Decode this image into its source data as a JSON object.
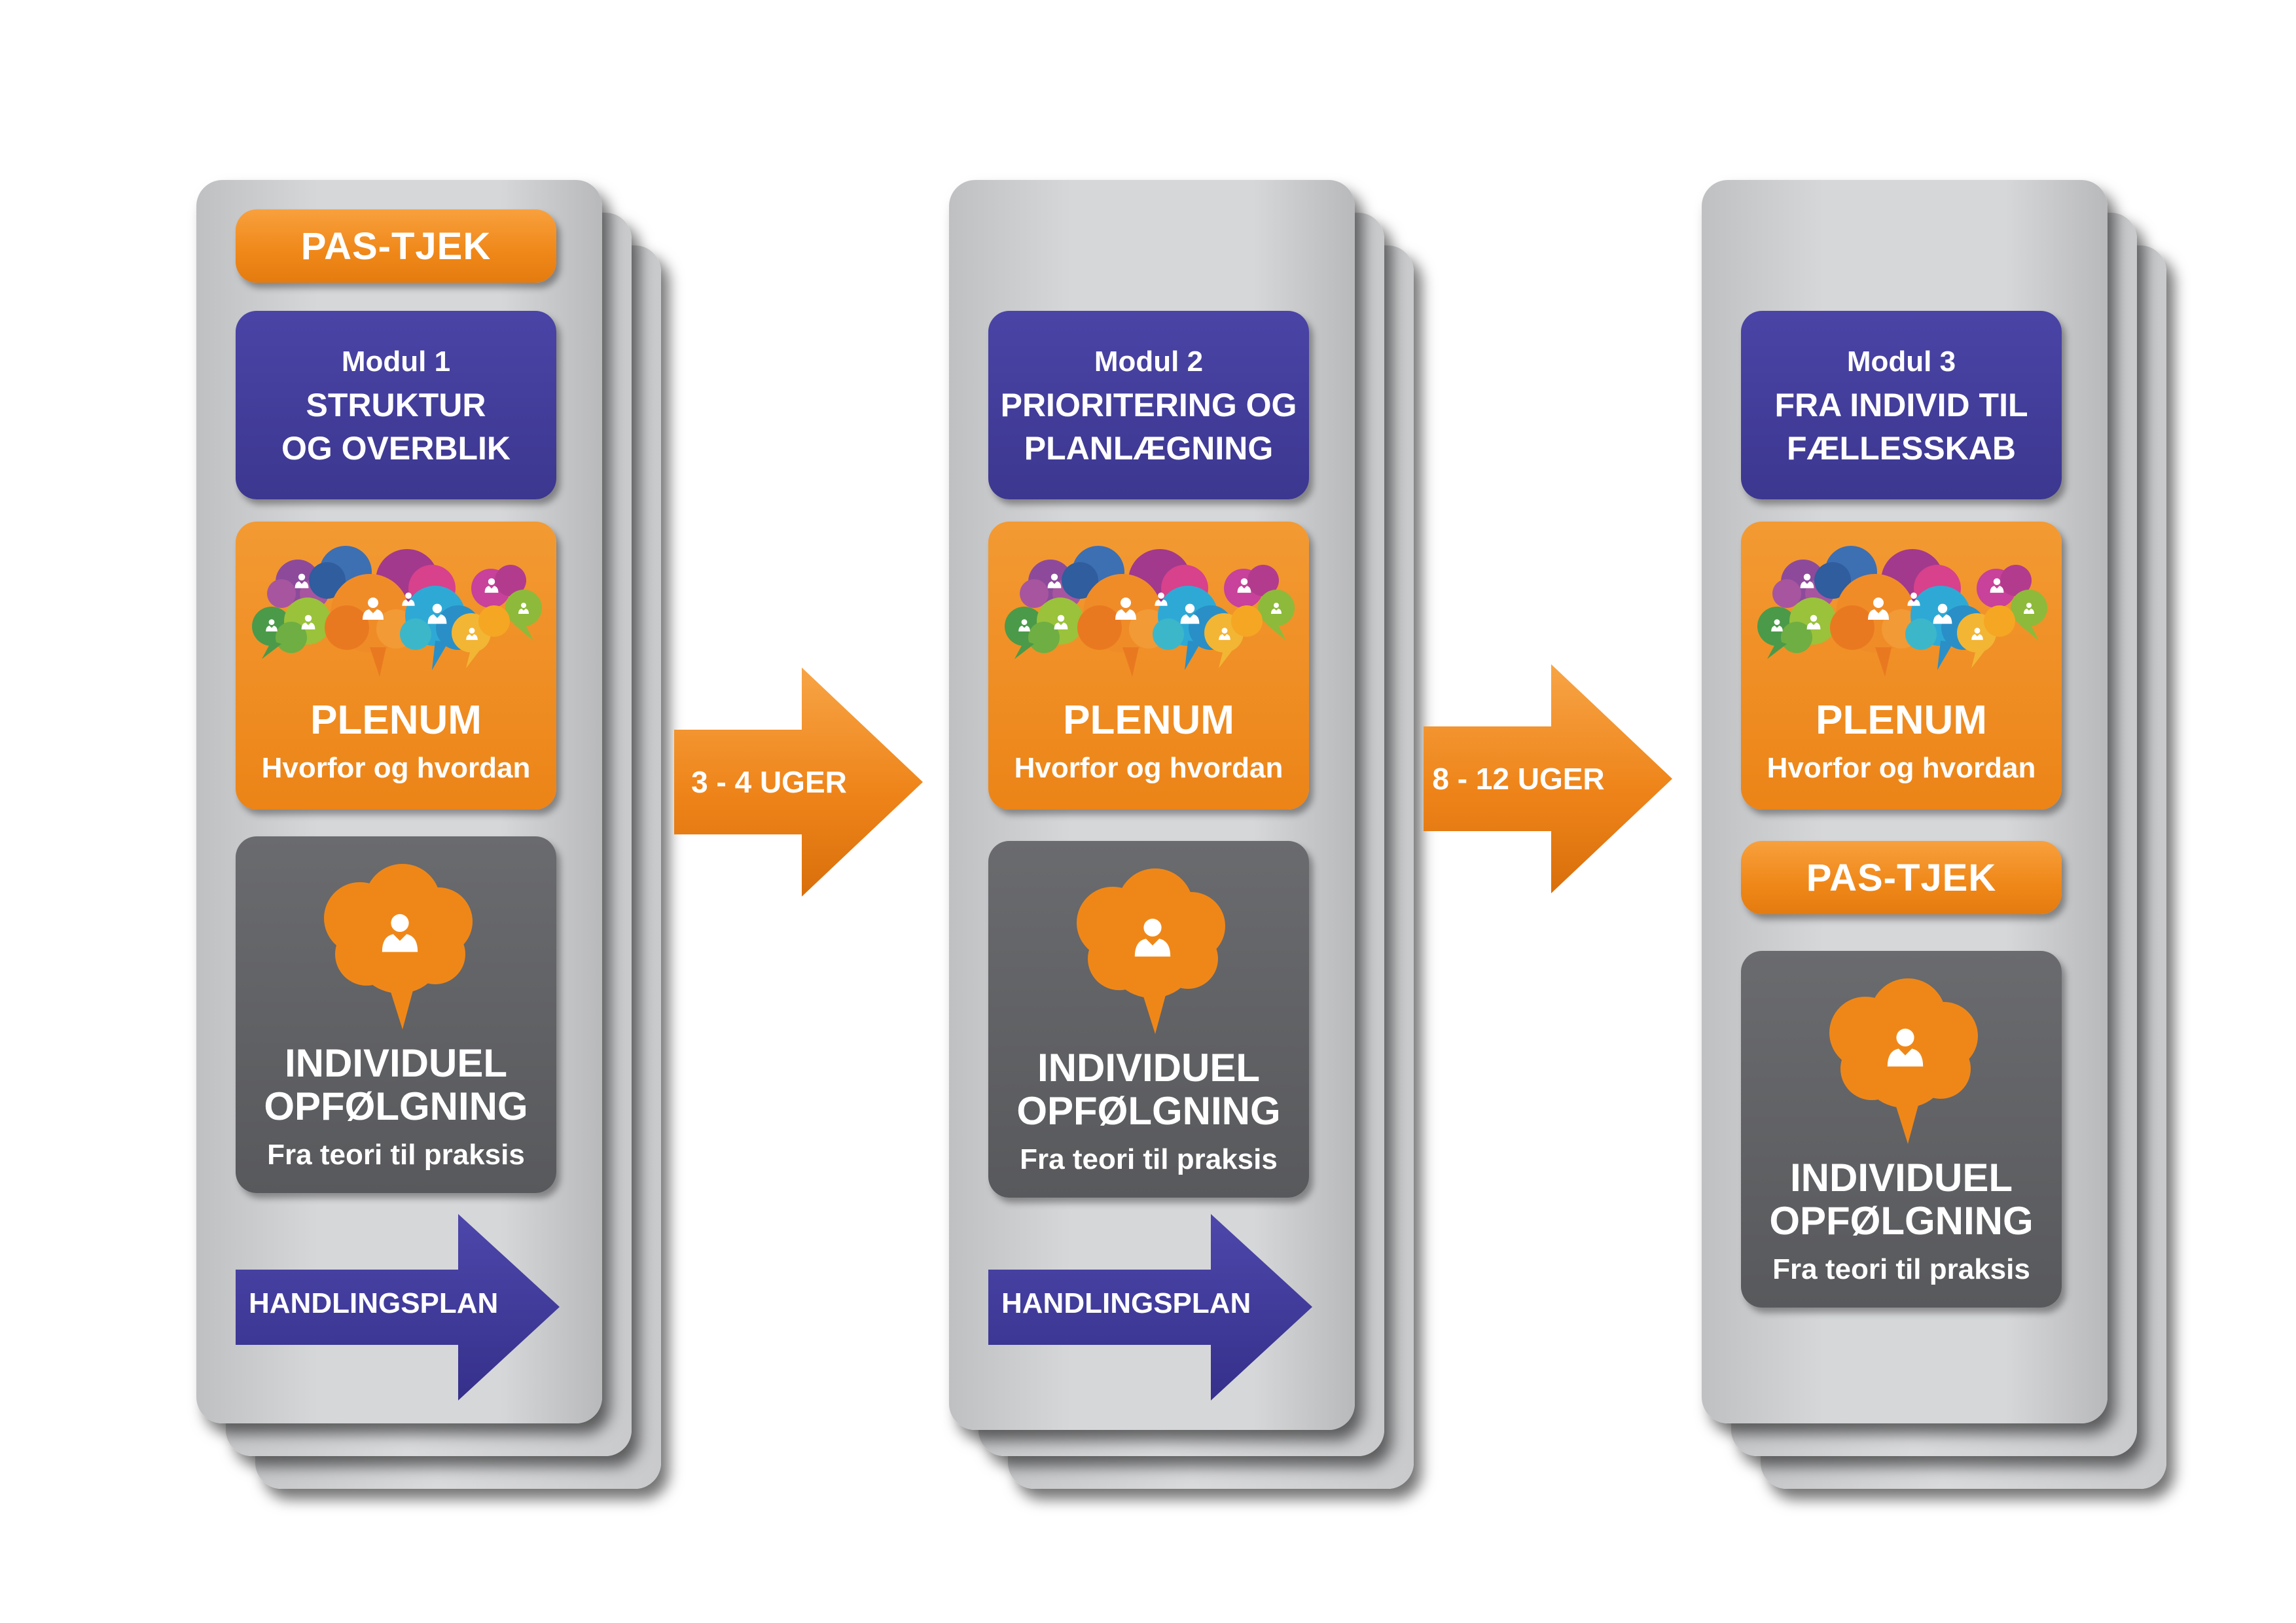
{
  "modules": [
    {
      "pas_top": "PAS-TJEK",
      "modul_label": "Modul 1",
      "title_line1": "STRUKTUR",
      "title_line2": "OG OVERBLIK",
      "plenum_title": "PLENUM",
      "plenum_sub": "Hvorfor og hvordan",
      "indiv_line1": "INDIVIDUEL",
      "indiv_line2": "OPFØLGNING",
      "indiv_sub": "Fra teori til praksis",
      "handling": "HANDLINGSPLAN"
    },
    {
      "modul_label": "Modul 2",
      "title_line1": "PRIORITERING OG",
      "title_line2": "PLANLÆGNING",
      "plenum_title": "PLENUM",
      "plenum_sub": "Hvorfor og hvordan",
      "indiv_line1": "INDIVIDUEL",
      "indiv_line2": "OPFØLGNING",
      "indiv_sub": "Fra teori til praksis",
      "handling": "HANDLINGSPLAN"
    },
    {
      "modul_label": "Modul 3",
      "title_line1": "FRA INDIVID TIL",
      "title_line2": "FÆLLESSKAB",
      "plenum_title": "PLENUM",
      "plenum_sub": "Hvorfor og hvordan",
      "pas_mid": "PAS-TJEK",
      "indiv_line1": "INDIVIDUEL",
      "indiv_line2": "OPFØLGNING",
      "indiv_sub": "Fra teori til praksis"
    }
  ],
  "intervals": [
    {
      "label": "3 - 4 UGER"
    },
    {
      "label": "8 - 12 UGER"
    }
  ],
  "icons": {
    "group_bubbles": "speech-bubbles-people-icon",
    "single_bubble": "speech-bubble-person-icon",
    "forward_arrow": "arrow-right-icon"
  },
  "colors": {
    "orange": "#ef8718",
    "purple": "#3f3a96",
    "dark_gray": "#5e5f62",
    "card_gray": "#d3d4d6"
  }
}
